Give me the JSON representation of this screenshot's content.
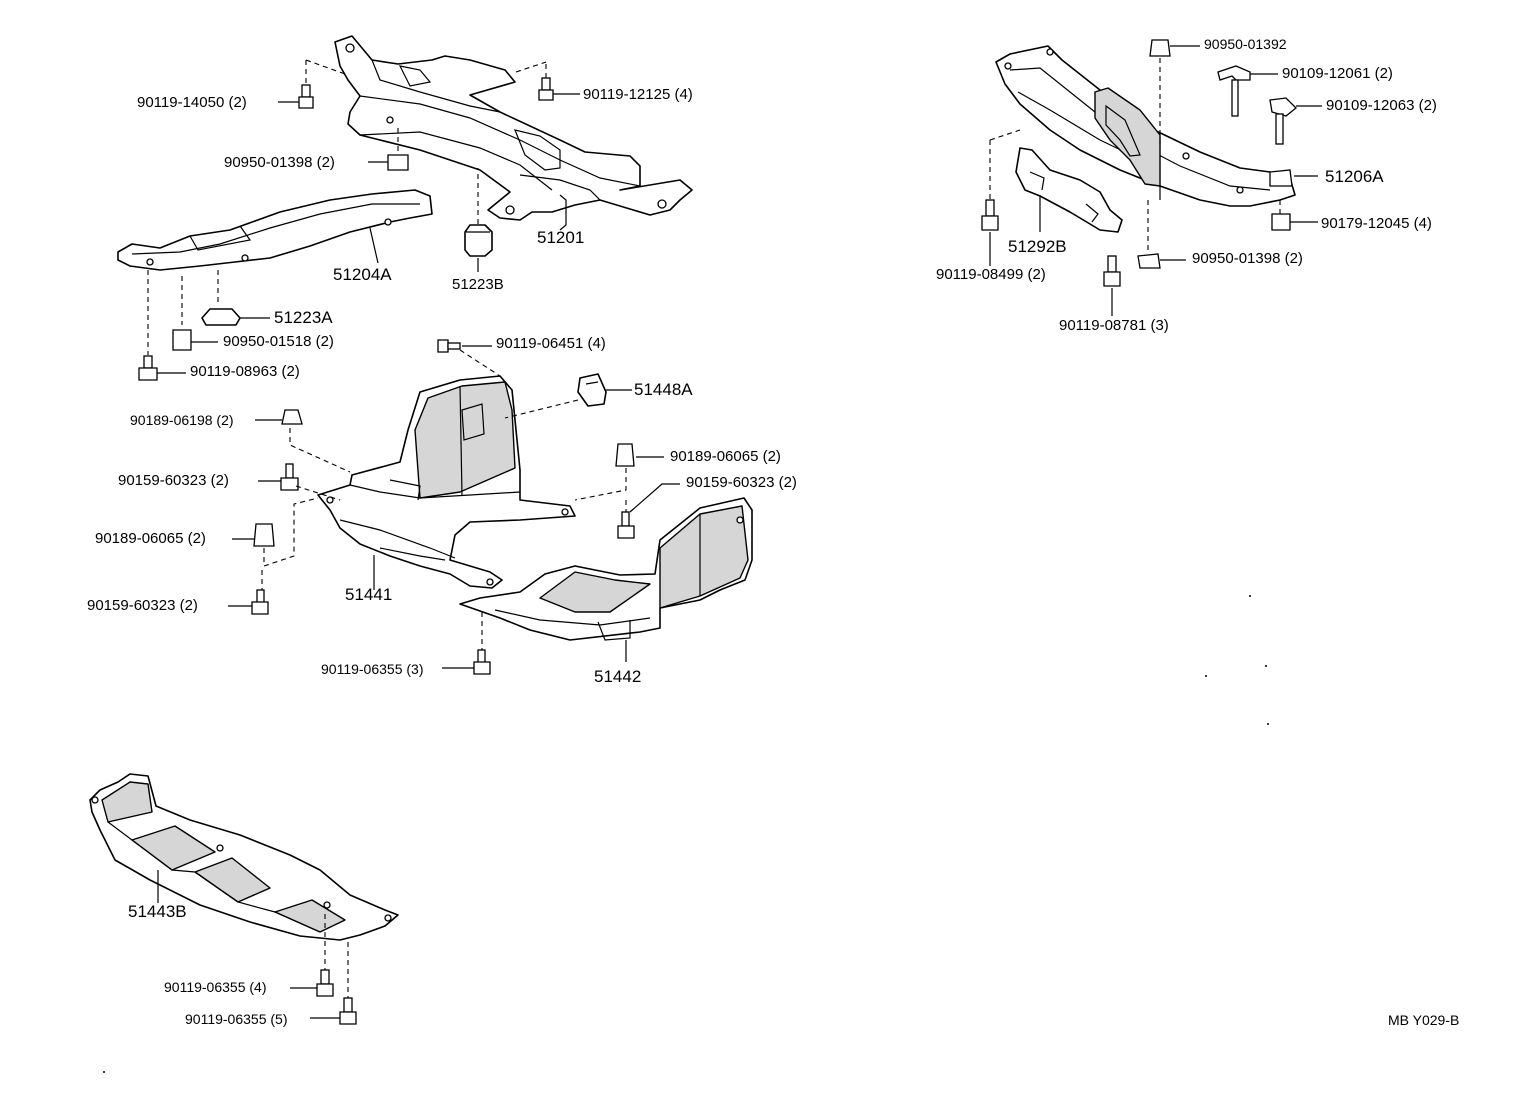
{
  "labels": {
    "p90119_14050": "90119-14050 (2)",
    "p90119_12125": "90119-12125 (4)",
    "p90950_01398_a": "90950-01398 (2)",
    "p51201": "51201",
    "p51223B": "51223B",
    "p51204A": "51204A",
    "p51223A": "51223A",
    "p90950_01518": "90950-01518 (2)",
    "p90119_08963": "90119-08963 (2)",
    "p90119_06451": "90119-06451 (4)",
    "p51448A": "51448A",
    "p90189_06198": "90189-06198 (2)",
    "p90159_60323_a": "90159-60323 (2)",
    "p90189_06065_a": "90189-06065 (2)",
    "p90159_60323_b": "90159-60323 (2)",
    "p90189_06065_b": "90189-06065 (2)",
    "p90159_60323_c": "90159-60323 (2)",
    "p51441": "51441",
    "p90119_06355_a": "90119-06355 (3)",
    "p51442": "51442",
    "p51443B": "51443B",
    "p90119_06355_b": "90119-06355 (4)",
    "p90119_06355_c": "90119-06355 (5)",
    "p90950_01392": "90950-01392",
    "p90109_12061": "90109-12061 (2)",
    "p90109_12063": "90109-12063 (2)",
    "p51206A": "51206A",
    "p90179_12045": "90179-12045 (4)",
    "p51292B": "51292B",
    "p90950_01398_b": "90950-01398 (2)",
    "p90119_08499": "90119-08499 (2)",
    "p90119_08781": "90119-08781 (3)",
    "ref_code": "MB Y029-B"
  }
}
